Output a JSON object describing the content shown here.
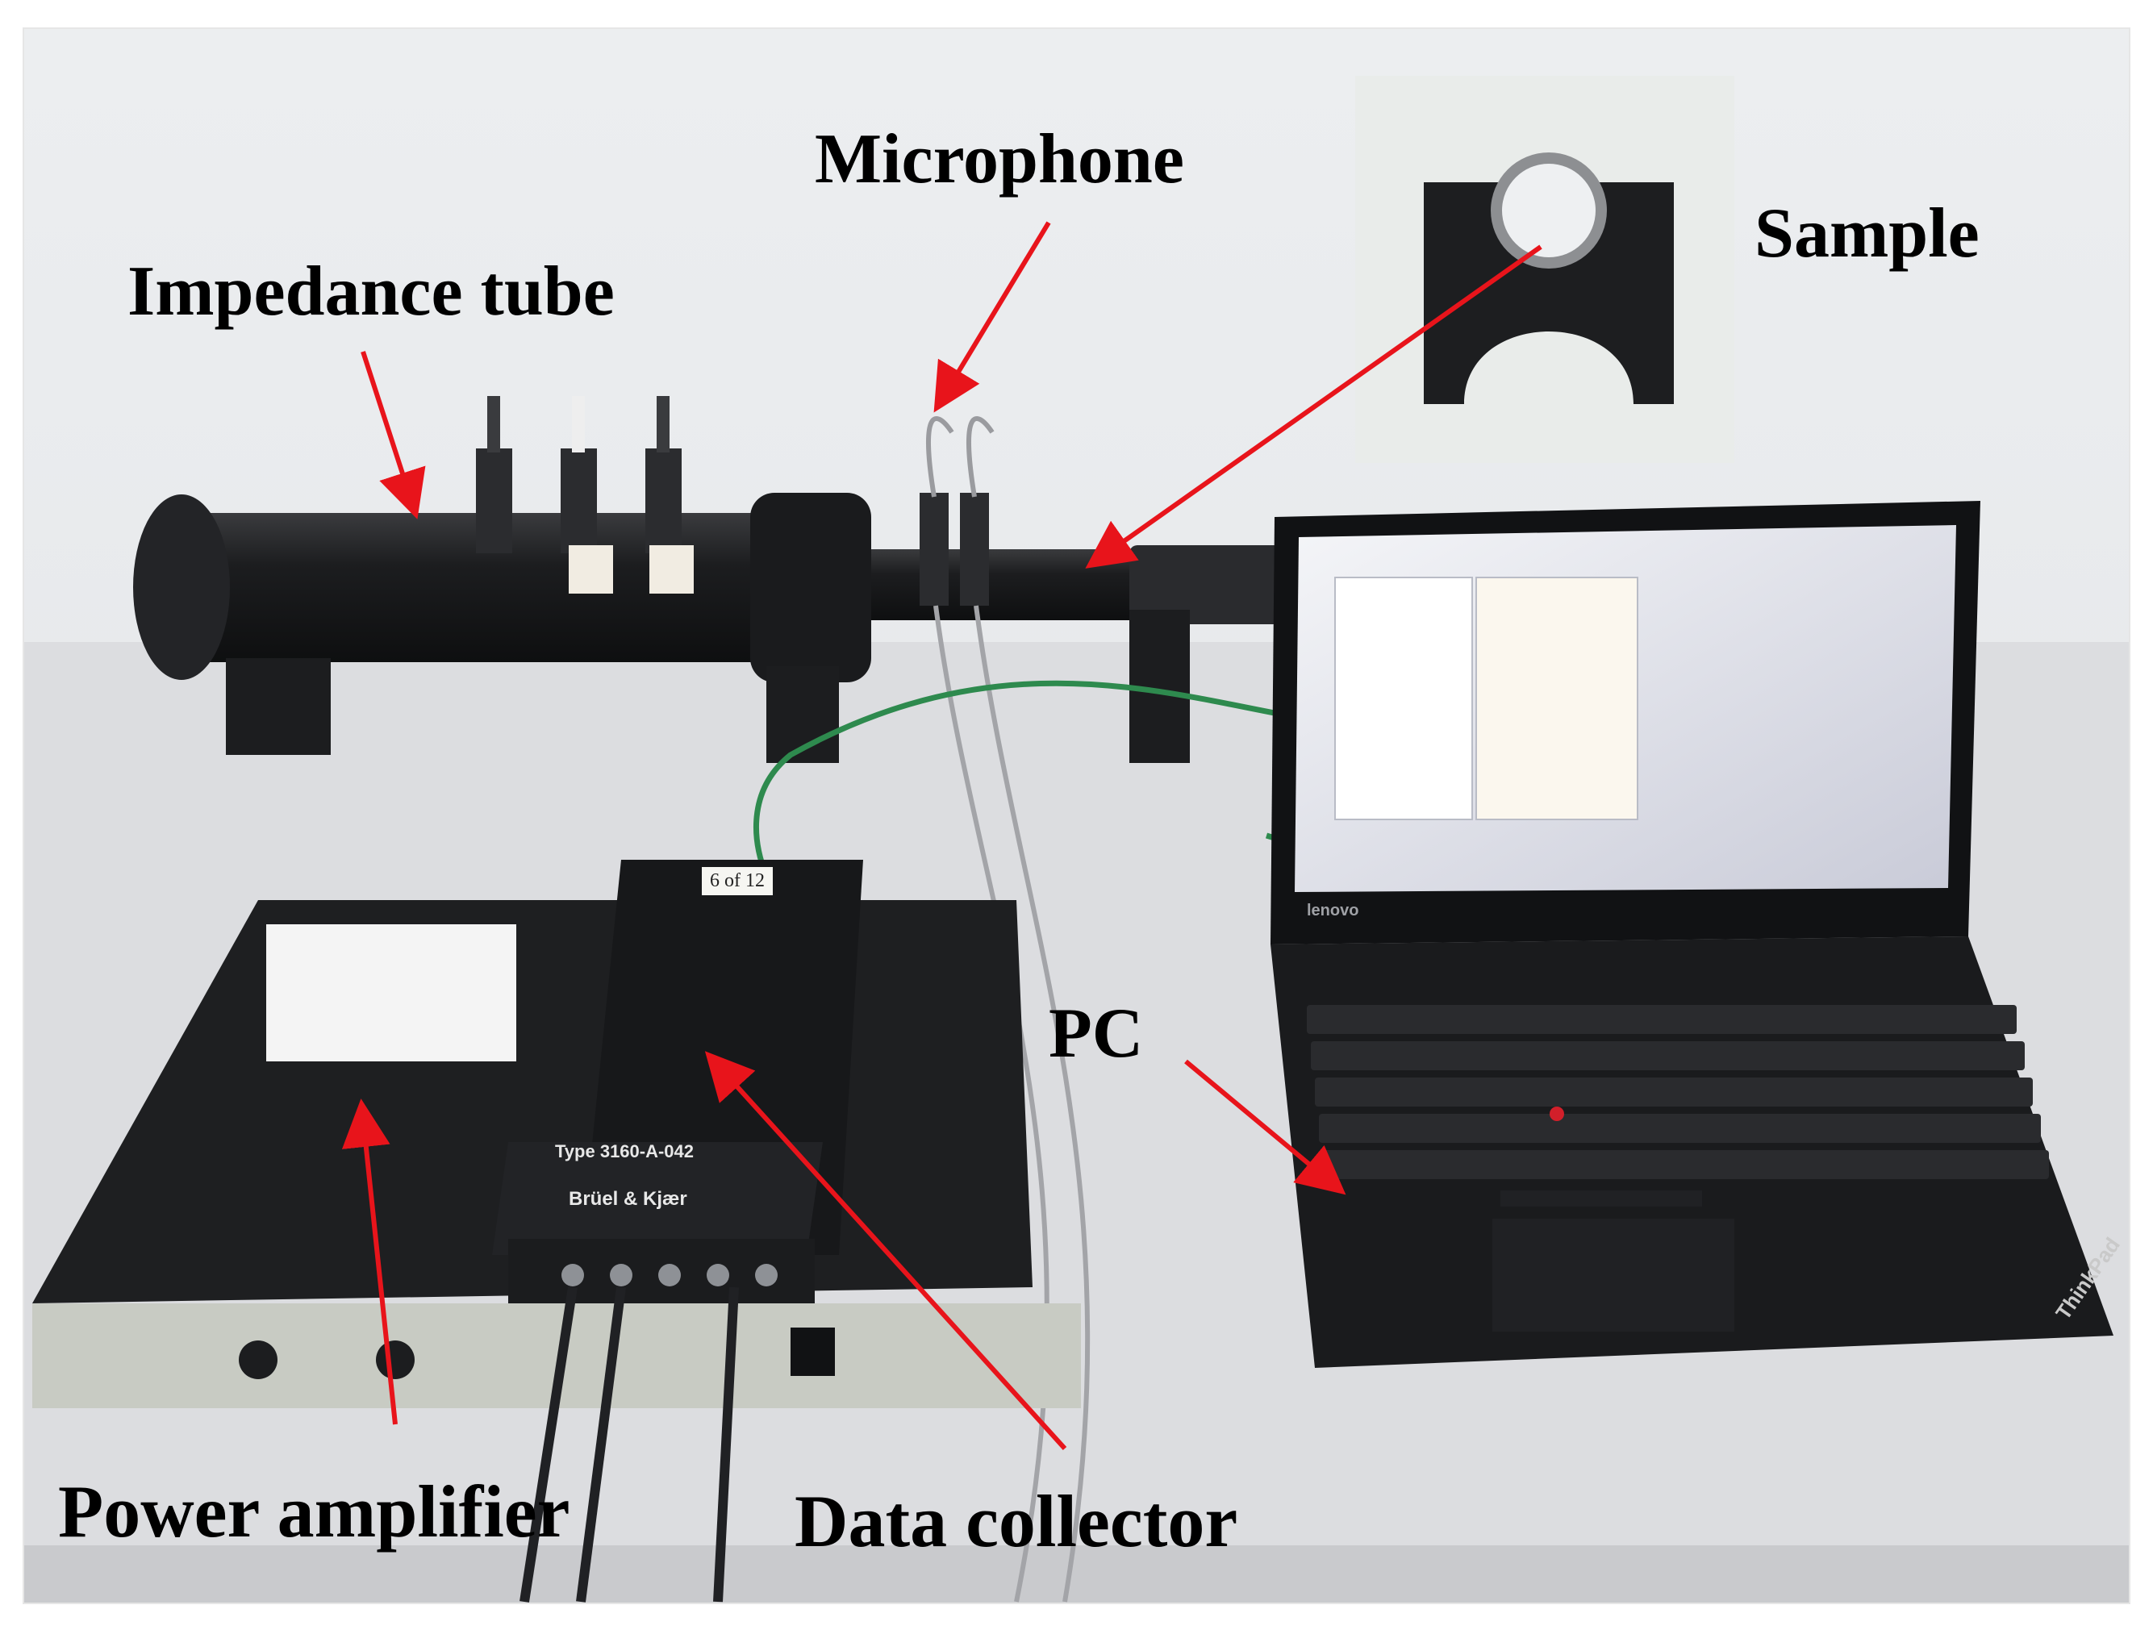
{
  "labels": {
    "impedance_tube": "Impedance tube",
    "microphone": "Microphone",
    "sample": "Sample",
    "pc": "PC",
    "power_amplifier": "Power amplifier",
    "data_collector": "Data collector"
  },
  "device_text": {
    "data_collector_type": "Type 3160-A-042",
    "data_collector_brand": "Brüel & Kjær",
    "laptop_brand": "lenovo",
    "laptop_model": "ThinkPad",
    "handwritten_tag": "6 of 12"
  },
  "colors": {
    "background_wall": "#e9ebed",
    "table": "#dedfe2",
    "annotation_arrow": "#e8141b",
    "equipment_black": "#1c1d1f"
  }
}
